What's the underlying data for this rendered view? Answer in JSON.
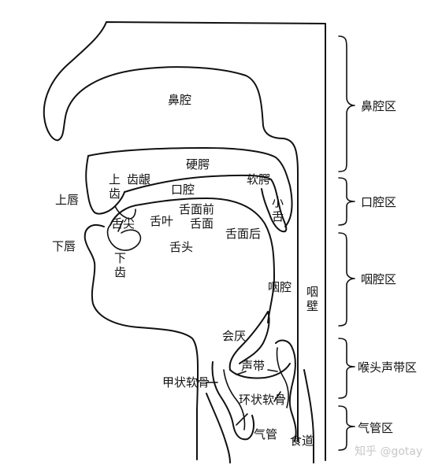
{
  "labels": {
    "nasal_cavity": "鼻腔",
    "hard_palate": "硬腭",
    "alveolar_ridge": "齿龈",
    "upper_teeth_1": "上",
    "upper_teeth_2": "齿",
    "upper_lip": "上唇",
    "oral_cavity": "口腔",
    "soft_palate": "软腭",
    "uvula_1": "小",
    "uvula_2": "舌",
    "tongue_tip": "舌尖",
    "tongue_blade": "舌叶",
    "tongue_front_1": "舌面前",
    "tongue_front_2": "舌面",
    "tongue_back": "舌面后",
    "lower_lip": "下唇",
    "lower_teeth_1": "下",
    "lower_teeth_2": "齿",
    "tongue_body": "舌头",
    "pharynx": "咽腔",
    "pharyngeal_wall_1": "咽",
    "pharyngeal_wall_2": "壁",
    "epiglottis": "会厌",
    "vocal_cords": "声带",
    "thyroid_cartilage": "甲状软骨",
    "cricoid_cartilage": "环状软骨",
    "trachea": "气管",
    "esophagus": "食道"
  },
  "regions": [
    {
      "label": "鼻腔区"
    },
    {
      "label": "口腔区"
    },
    {
      "label": "咽腔区"
    },
    {
      "label": "喉头声带区"
    },
    {
      "label": "气管区"
    }
  ],
  "watermark": "知乎 @gotay",
  "colors": {
    "line": "#111111",
    "background": "#ffffff",
    "watermark": "#c8c8c8"
  }
}
